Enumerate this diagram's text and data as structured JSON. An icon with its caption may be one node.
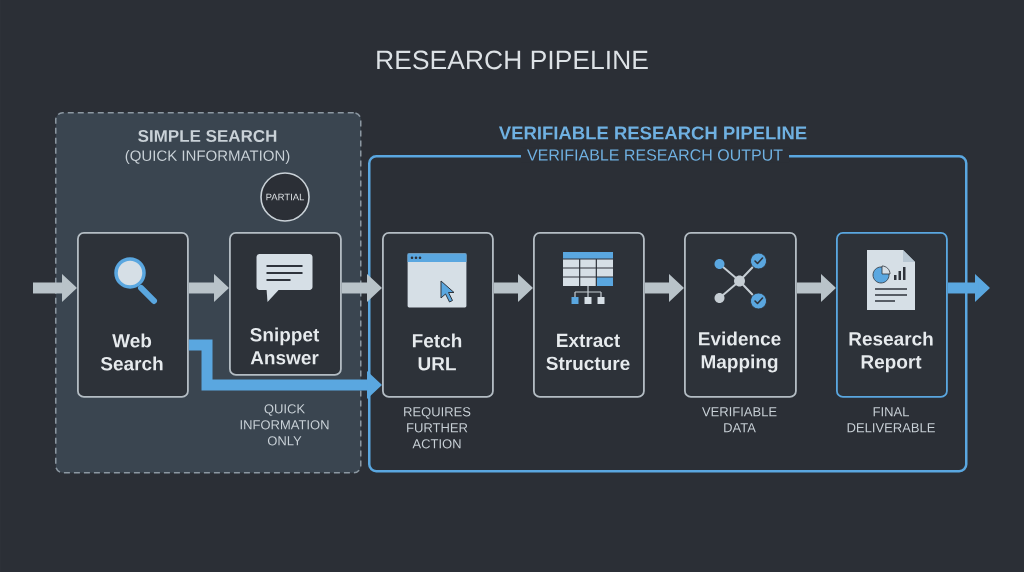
{
  "diagram": {
    "title": "RESEARCH PIPELINE",
    "nodes": [
      {
        "text": [
          "SIMPLE SEARCH",
          "(QUICK INFORMATION)"
        ]
      },
      {
        "text": [
          "PARTIAL"
        ],
        "in": 0
      },
      {
        "text": [
          "Web Search"
        ],
        "in": 0
      },
      {
        "text": [
          "Snippet Answer"
        ],
        "in": 0,
        "beside": [
          "QUICK INFORMATION ONLY"
        ]
      },
      {
        "text": [
          "VERIFIABLE RESEARCH PIPELINE",
          "VERIFIABLE RESEARCH OUTPUT"
        ]
      },
      {
        "text": [
          "Fetch URL"
        ],
        "in": 4,
        "beside": [
          "REQUIRES FURTHER ACTION"
        ]
      },
      {
        "text": [
          "Extract Structure"
        ],
        "in": 4
      },
      {
        "text": [
          "Evidence Mapping"
        ],
        "in": 4,
        "beside": [
          "VERIFIABLE DATA"
        ]
      },
      {
        "text": [
          "Research Report"
        ],
        "in": 4,
        "beside": [
          "FINAL DELIVERABLE"
        ]
      }
    ],
    "edges": [
      {
        "from": null,
        "to": 2,
        "arrow": "to"
      },
      {
        "from": 2,
        "to": 3,
        "arrow": "to"
      },
      {
        "from": 2,
        "to": 5,
        "arrow": "to",
        "color": "#5aa7e0"
      },
      {
        "from": 3,
        "to": 5,
        "arrow": "to"
      },
      {
        "from": 5,
        "to": 6,
        "arrow": "to"
      },
      {
        "from": 6,
        "to": 7,
        "arrow": "to"
      },
      {
        "from": 7,
        "to": 8,
        "arrow": "to"
      },
      {
        "from": 8,
        "to": null,
        "arrow": "to",
        "color": "#5aa7e0"
      }
    ]
  }
}
